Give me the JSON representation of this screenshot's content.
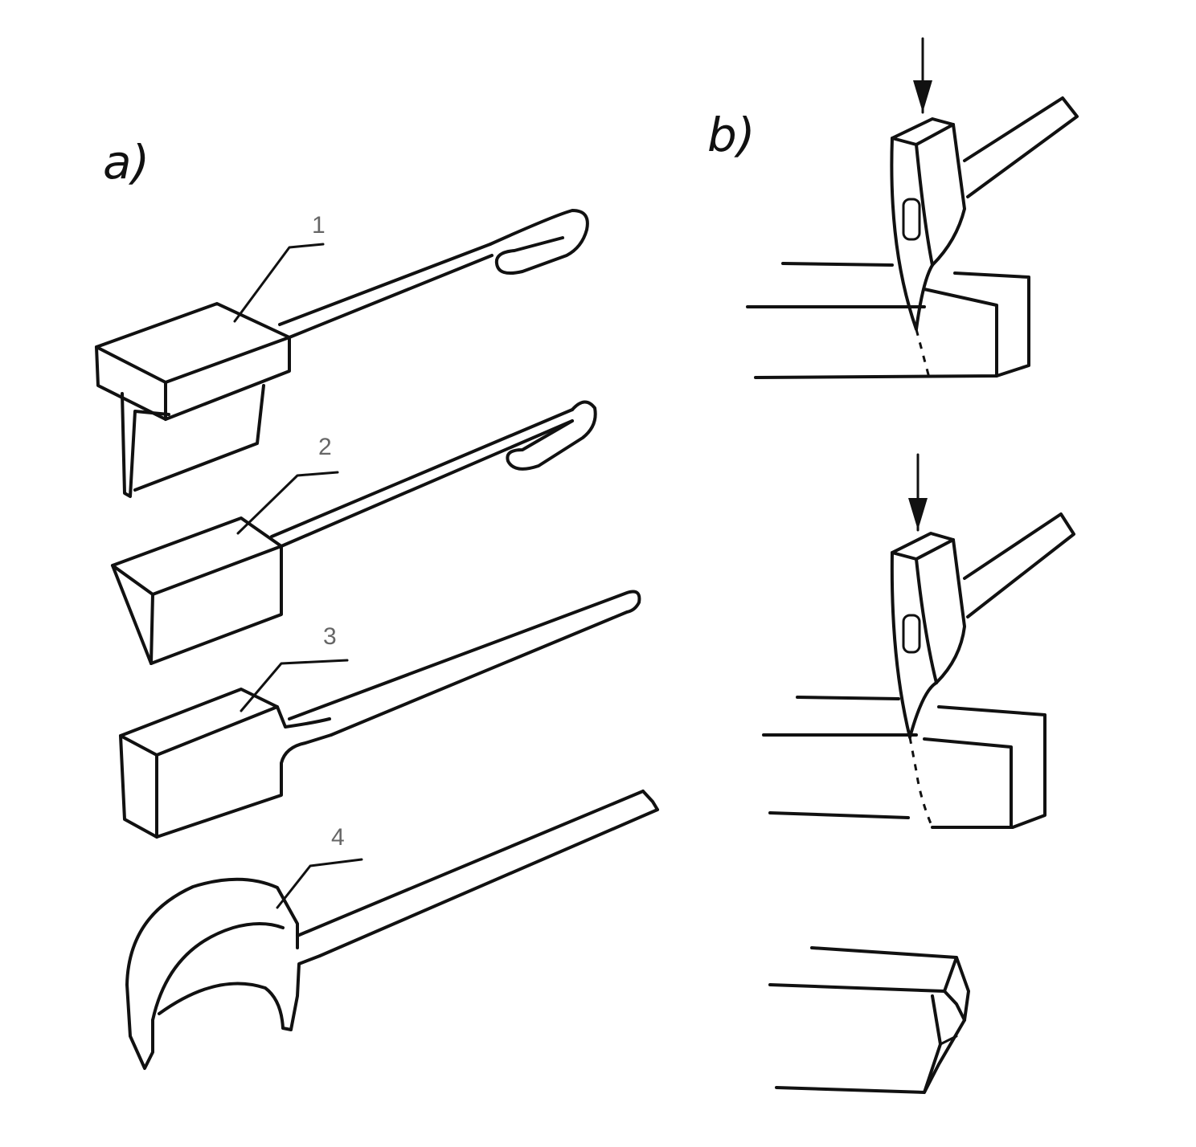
{
  "panels": {
    "a": {
      "label": "a)"
    },
    "b": {
      "label": "b)"
    }
  },
  "callouts": [
    "1",
    "2",
    "3",
    "4"
  ],
  "colors": {
    "ink": "#111111",
    "callout": "#666666",
    "background": "#ffffff"
  }
}
